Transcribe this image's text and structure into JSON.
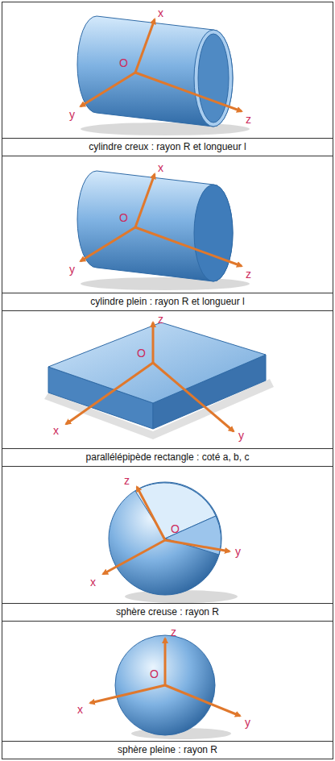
{
  "diagram": {
    "nodes": [
      {
        "text": [
          "cylindre creux : rayon R et longueur l"
        ]
      },
      {
        "text": [
          "cylindre plein : rayon R et longueur l"
        ]
      },
      {
        "text": [
          "parallélépipède rectangle : coté a, b, c"
        ]
      },
      {
        "text": [
          "sphère creuse : rayon R"
        ]
      },
      {
        "text": [
          "sphère pleine : rayon R"
        ]
      }
    ],
    "labels": [
      "x",
      "O",
      "y",
      "z",
      "x",
      "O",
      "y",
      "z",
      "z",
      "O",
      "x",
      "y",
      "z",
      "O",
      "x",
      "y",
      "z",
      "O",
      "x",
      "y"
    ]
  }
}
